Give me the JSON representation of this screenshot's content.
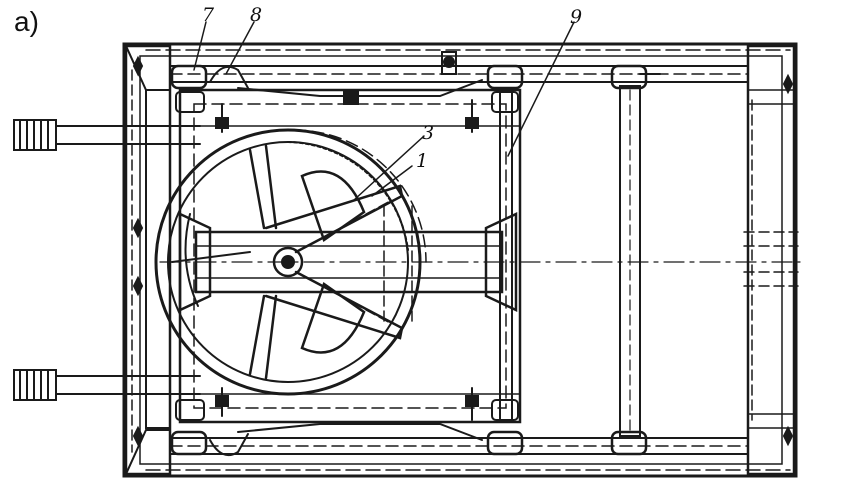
{
  "figure": {
    "label": "a)"
  },
  "callouts": [
    {
      "id": "7",
      "text": "7"
    },
    {
      "id": "8",
      "text": "8"
    },
    {
      "id": "9",
      "text": "9"
    },
    {
      "id": "3",
      "text": "3"
    },
    {
      "id": "1",
      "text": "1"
    }
  ],
  "colors": {
    "ink": "#1a1a1a",
    "paper": "#ffffff"
  }
}
